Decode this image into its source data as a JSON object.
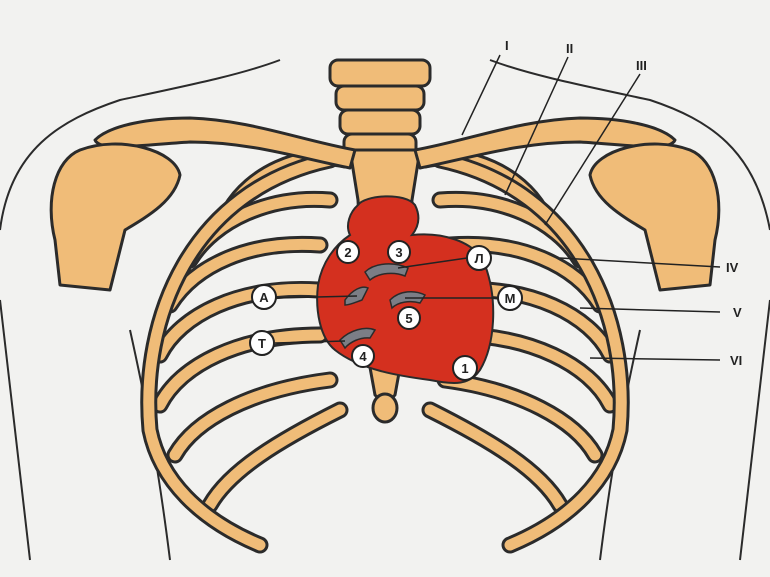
{
  "colors": {
    "background": "#f2f2f0",
    "bone": "#f0bc78",
    "outline": "#2b2b2b",
    "heart": "#d4301f",
    "valve": "#7b7e86"
  },
  "rib_labels": {
    "i": "I",
    "ii": "II",
    "iii": "III",
    "iv": "IV",
    "v": "V",
    "vi": "VI"
  },
  "valve_point_labels": {
    "p1": "1",
    "p2": "2",
    "p3": "3",
    "p4": "4",
    "p5": "5",
    "a": "А",
    "l": "Л",
    "m": "М",
    "t": "Т"
  }
}
